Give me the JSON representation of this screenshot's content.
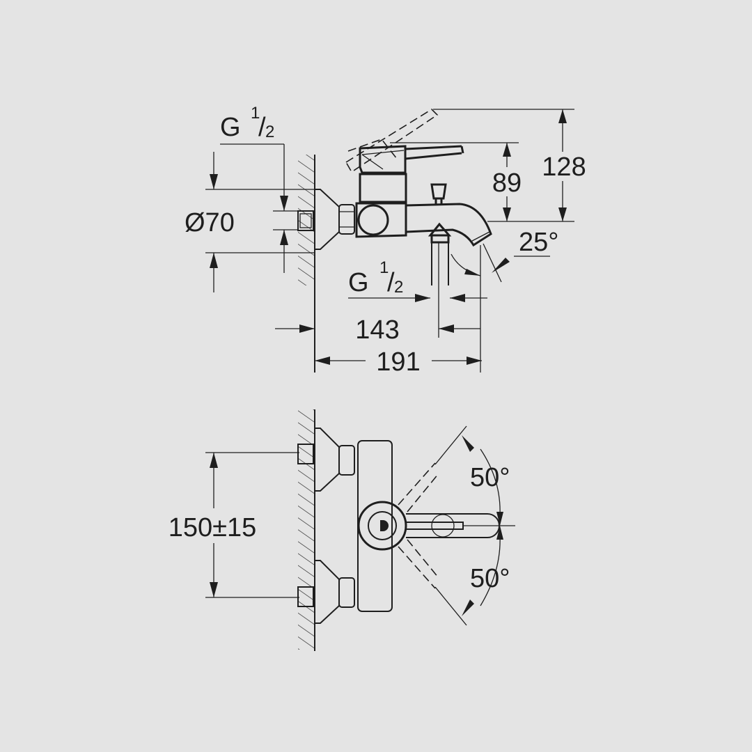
{
  "title": "Bath mixer dimension drawing",
  "side_view": {
    "thread_top": {
      "base": "G",
      "num": "1",
      "den": "2"
    },
    "diameter": "Ø70",
    "height_lever": "89",
    "height_total": "128",
    "spout_angle": "25°",
    "thread_outlet": {
      "base": "G",
      "num": "1",
      "den": "2"
    },
    "depth_outlet": "143",
    "depth_total": "191"
  },
  "top_view": {
    "centers": "150±15",
    "angle_upper": "50°",
    "angle_lower": "50°"
  },
  "colors": {
    "background": "#e4e4e4",
    "line": "#1e1e1e"
  }
}
